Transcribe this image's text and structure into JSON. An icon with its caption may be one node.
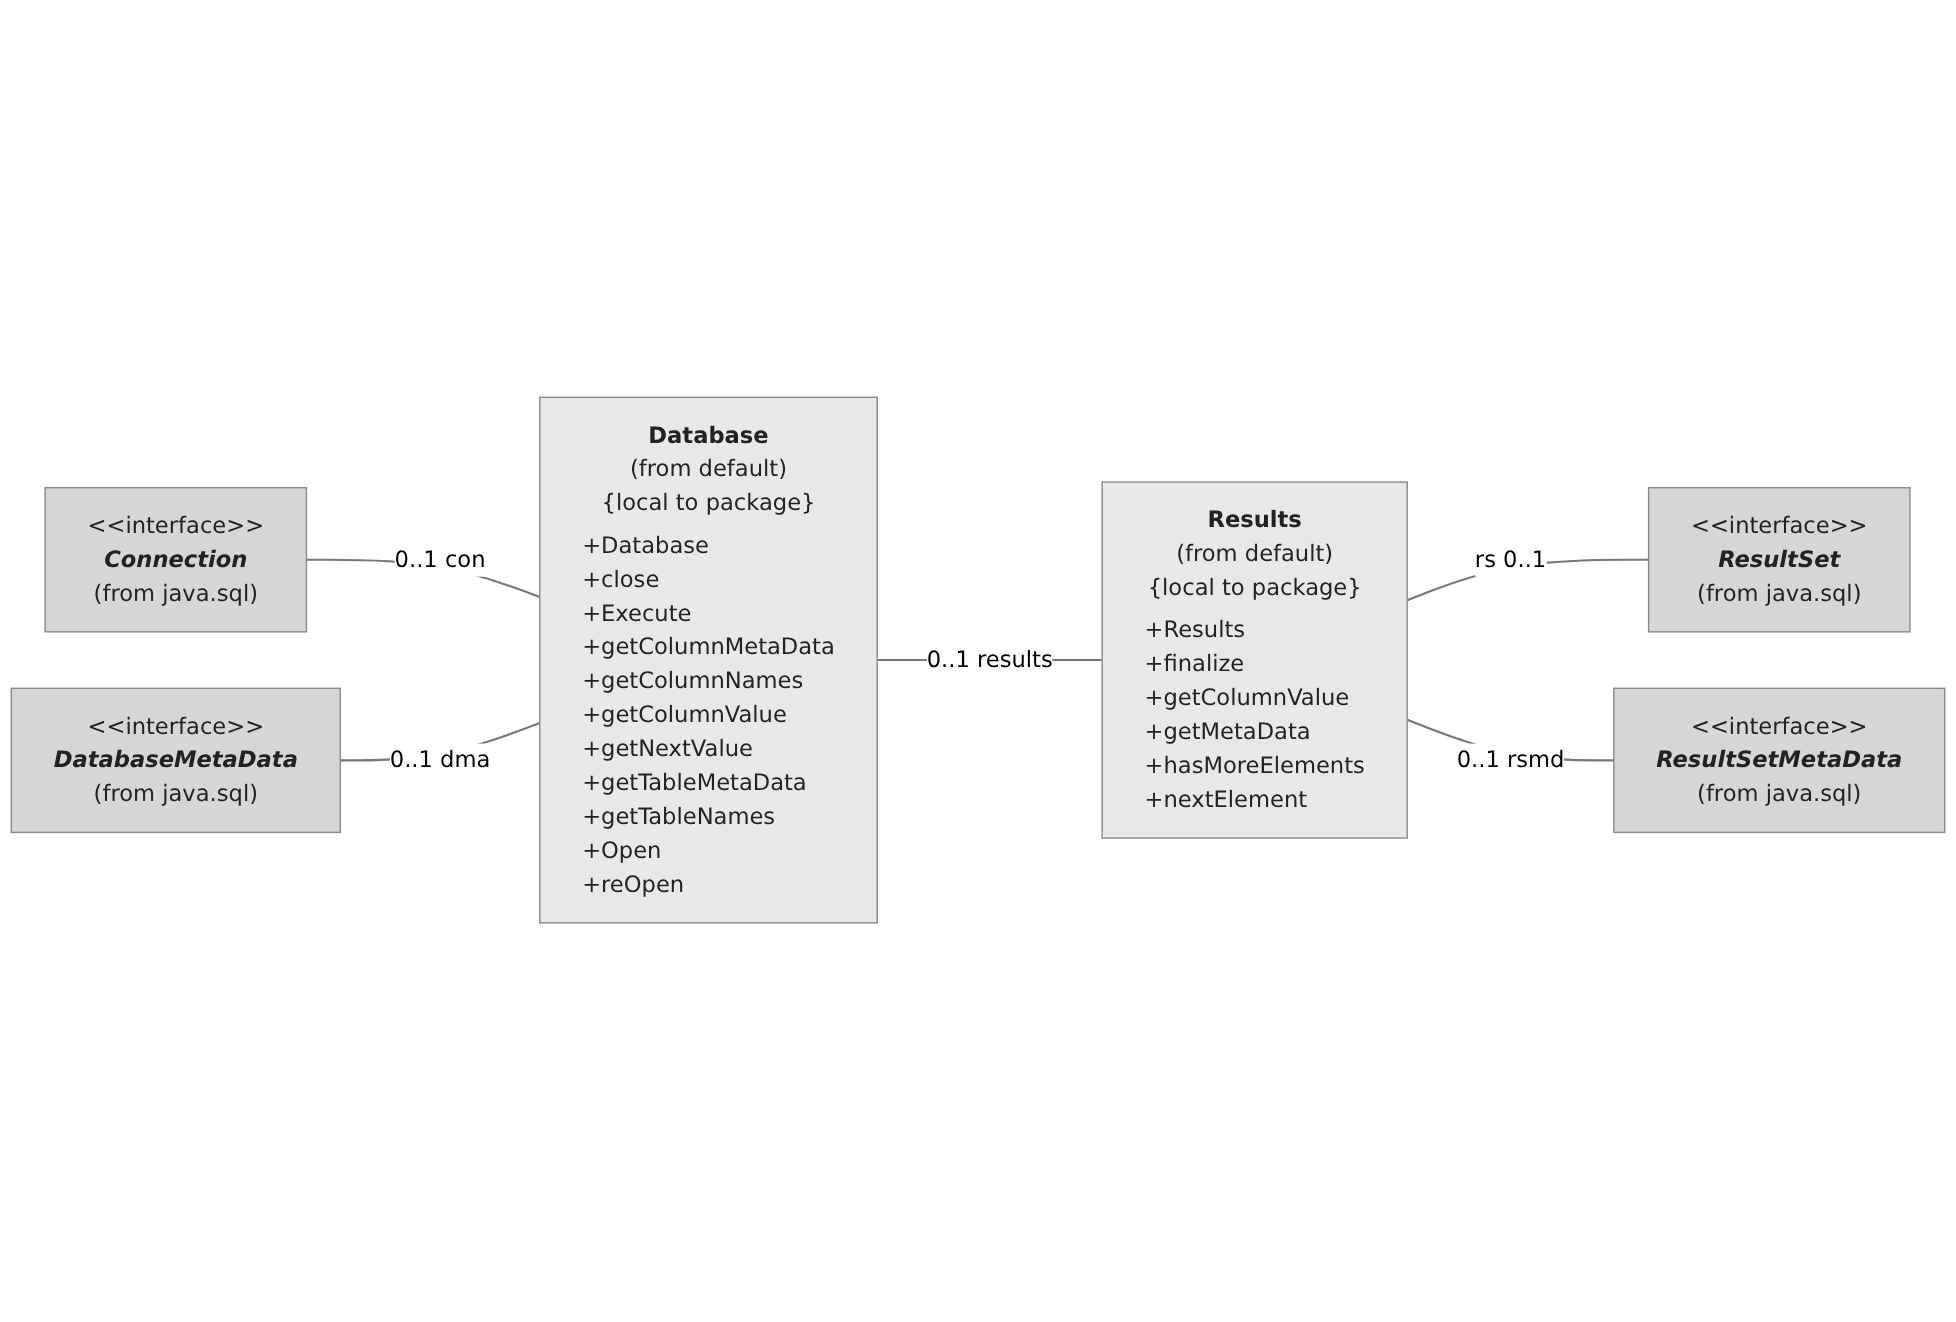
{
  "diagram": {
    "nodes": [
      {
        "text": [
          "<<interface>>",
          "Connection",
          "(from java.sql)"
        ]
      },
      {
        "text": [
          "<<interface>>",
          "DatabaseMetaData",
          "(from java.sql)"
        ]
      },
      {
        "text": [
          "Database",
          "(from default)",
          "{local to package}",
          "+Database",
          "+close",
          "+Execute",
          "+getColumnMetaData",
          "+getColumnNames",
          "+getColumnValue",
          "+getNextValue",
          "+getTableMetaData",
          "+getTableNames",
          "+Open",
          "+reOpen"
        ]
      },
      {
        "text": [
          "<<interface>>",
          "ResultSet",
          "(from java.sql)"
        ]
      },
      {
        "text": [
          "Results",
          "(from default)",
          "{local to package}",
          "+Results",
          "+finalize",
          "+getColumnValue",
          "+getMetaData",
          "+hasMoreElements",
          "+nextElement"
        ]
      },
      {
        "text": [
          "<<interface>>",
          "ResultSetMetaData",
          "(from java.sql)"
        ]
      }
    ],
    "edges": [
      {
        "from": 0,
        "to": 2,
        "arrow": "none",
        "label": "0..1 con"
      },
      {
        "from": 1,
        "to": 2,
        "arrow": "none",
        "label": "0..1 dma"
      },
      {
        "from": 2,
        "to": 4,
        "arrow": "none",
        "label": "0..1 results"
      },
      {
        "from": 4,
        "to": 3,
        "arrow": "none",
        "label": "rs 0..1"
      },
      {
        "from": 4,
        "to": 5,
        "arrow": "none",
        "label": "0..1 rsmd"
      }
    ]
  }
}
